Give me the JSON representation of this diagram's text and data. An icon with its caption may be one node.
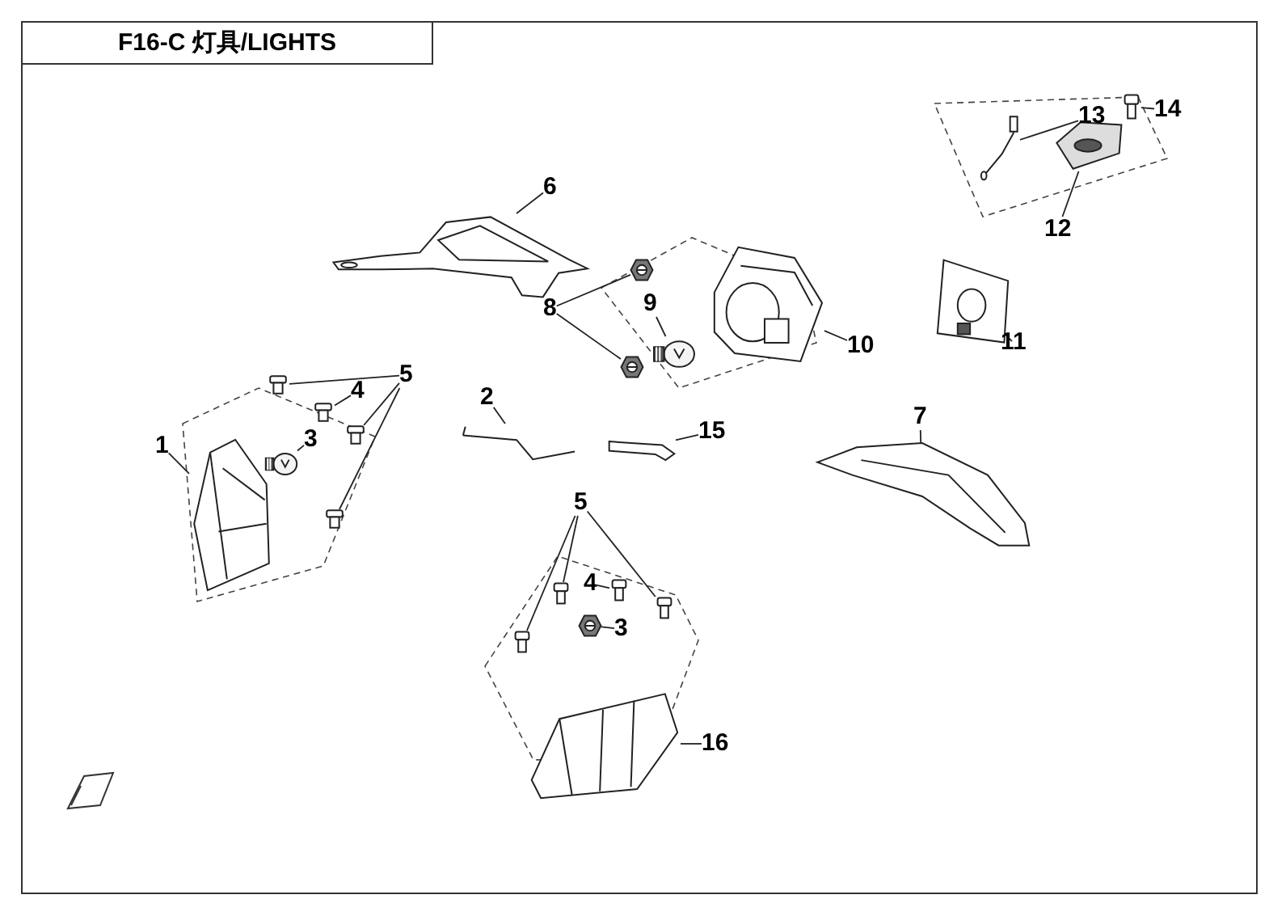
{
  "diagram": {
    "title": "F16-C 灯具/LIGHTS",
    "nodes": [
      {
        "text": [
          "6"
        ]
      },
      {
        "text": [],
        "shape": "picture"
      },
      {
        "text": [
          "13"
        ]
      },
      {
        "text": [],
        "shape": "picture"
      },
      {
        "text": [
          "14"
        ]
      },
      {
        "text": [],
        "shape": "picture"
      },
      {
        "text": [
          "12"
        ]
      },
      {
        "text": [],
        "shape": "picture"
      },
      {
        "text": [
          "11"
        ]
      },
      {
        "text": [],
        "shape": "picture"
      },
      {
        "text": [
          "8"
        ]
      },
      {
        "text": [],
        "shape": "picture"
      },
      {
        "text": [],
        "shape": "picture"
      },
      {
        "text": [
          "9"
        ]
      },
      {
        "text": [],
        "shape": "picture"
      },
      {
        "text": [
          "10"
        ]
      },
      {
        "text": [],
        "shape": "picture"
      },
      {
        "text": [
          "5"
        ]
      },
      {
        "text": [],
        "shape": "picture"
      },
      {
        "text": [],
        "shape": "picture"
      },
      {
        "text": [],
        "shape": "picture"
      },
      {
        "text": [
          "4"
        ]
      },
      {
        "text": [],
        "shape": "picture"
      },
      {
        "text": [
          "1"
        ]
      },
      {
        "text": [],
        "shape": "picture"
      },
      {
        "text": [
          "3"
        ]
      },
      {
        "text": [],
        "shape": "picture"
      },
      {
        "text": [
          "2"
        ]
      },
      {
        "text": [],
        "shape": "picture"
      },
      {
        "text": [
          "15"
        ]
      },
      {
        "text": [],
        "shape": "picture"
      },
      {
        "text": [
          "7"
        ]
      },
      {
        "text": [],
        "shape": "picture"
      },
      {
        "text": [
          "5"
        ]
      },
      {
        "text": [],
        "shape": "picture"
      },
      {
        "text": [],
        "shape": "picture"
      },
      {
        "text": [],
        "shape": "picture"
      },
      {
        "text": [
          "4"
        ]
      },
      {
        "text": [],
        "shape": "picture"
      },
      {
        "text": [
          "3"
        ]
      },
      {
        "text": [],
        "shape": "picture"
      },
      {
        "text": [
          "16"
        ]
      },
      {
        "text": [],
        "shape": "picture"
      }
    ],
    "edges": [
      {
        "from": 0,
        "to": 1,
        "arrow": "none"
      },
      {
        "from": 2,
        "to": 3,
        "arrow": "none"
      },
      {
        "from": 4,
        "to": 5,
        "arrow": "none"
      },
      {
        "from": 6,
        "to": 7,
        "arrow": "none"
      },
      {
        "from": 8,
        "to": 9,
        "arrow": "none"
      },
      {
        "from": 10,
        "to": 11,
        "arrow": "none"
      },
      {
        "from": 10,
        "to": 12,
        "arrow": "none"
      },
      {
        "from": 13,
        "to": 14,
        "arrow": "none"
      },
      {
        "from": 15,
        "to": 16,
        "arrow": "none"
      },
      {
        "from": 17,
        "to": 18,
        "arrow": "none"
      },
      {
        "from": 17,
        "to": 19,
        "arrow": "none"
      },
      {
        "from": 17,
        "to": 20,
        "arrow": "none"
      },
      {
        "from": 21,
        "to": 22,
        "arrow": "none"
      },
      {
        "from": 23,
        "to": 24,
        "arrow": "none"
      },
      {
        "from": 25,
        "to": 26,
        "arrow": "none"
      },
      {
        "from": 27,
        "to": 28,
        "arrow": "none"
      },
      {
        "from": 29,
        "to": 30,
        "arrow": "none"
      },
      {
        "from": 31,
        "to": 32,
        "arrow": "none"
      },
      {
        "from": 33,
        "to": 34,
        "arrow": "none"
      },
      {
        "from": 33,
        "to": 35,
        "arrow": "none"
      },
      {
        "from": 33,
        "to": 36,
        "arrow": "none"
      },
      {
        "from": 37,
        "to": 38,
        "arrow": "none"
      },
      {
        "from": 39,
        "to": 40,
        "arrow": "none"
      },
      {
        "from": 41,
        "to": 42,
        "arrow": "none"
      }
    ]
  }
}
